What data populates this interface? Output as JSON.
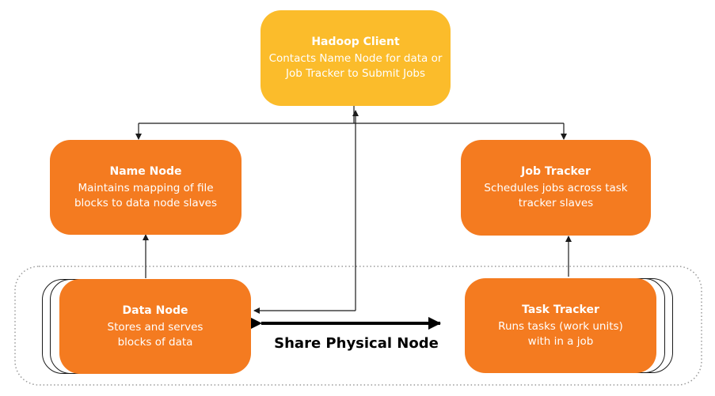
{
  "nodes": {
    "client": {
      "title": "Hadoop Client",
      "lines": [
        "Contacts Name Node for data or",
        "Job Tracker to Submit Jobs"
      ]
    },
    "name_node": {
      "title": "Name Node",
      "lines": [
        "Maintains mapping of file",
        "blocks to data node slaves"
      ]
    },
    "job_tracker": {
      "title": "Job Tracker",
      "lines": [
        "Schedules jobs across task",
        "tracker slaves"
      ]
    },
    "data_node": {
      "title": "Data Node",
      "lines": [
        "Stores and serves",
        "blocks of data"
      ]
    },
    "task_tracker": {
      "title": "Task Tracker",
      "lines": [
        "Runs tasks (work units)",
        "with in a job"
      ]
    }
  },
  "share_label": "Share Physical Node",
  "colors": {
    "orange": "#f47b20",
    "yellow": "#fbbc2b",
    "line": "#1a1a1a"
  }
}
